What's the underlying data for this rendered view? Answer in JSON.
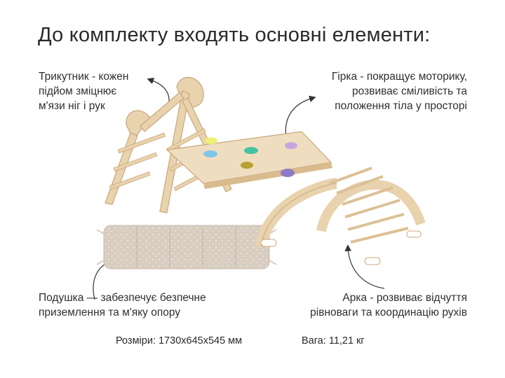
{
  "title": "До комплекту входять основні елементи:",
  "captions": {
    "triangle": [
      "Трикутник - кожен",
      "підйом зміцнює",
      "м'язи ніг і рук"
    ],
    "slide": [
      "Гірка - покращує моторику,",
      "розвиває сміливість та",
      "положення тіла у просторі"
    ],
    "cushion": [
      "Подушка — забезпечує безпечне",
      "приземлення та м'яку опору"
    ],
    "arch": [
      "Арка - розвиває відчуття",
      "рівноваги та координацію рухів"
    ]
  },
  "specs": {
    "size": "Розміри: 1730х645х545 мм",
    "weight": "Вага: 11,21 кг"
  },
  "colors": {
    "wood": "#e9d2ae",
    "wood_dark": "#c9a77a",
    "cushion": "#d7ccbf",
    "holds": [
      "#eef07a",
      "#43c3a0",
      "#7fc6ea",
      "#b6a22f",
      "#c7a6e0",
      "#8e79c8"
    ]
  },
  "icons": [
    "curved-arrow-icon"
  ]
}
